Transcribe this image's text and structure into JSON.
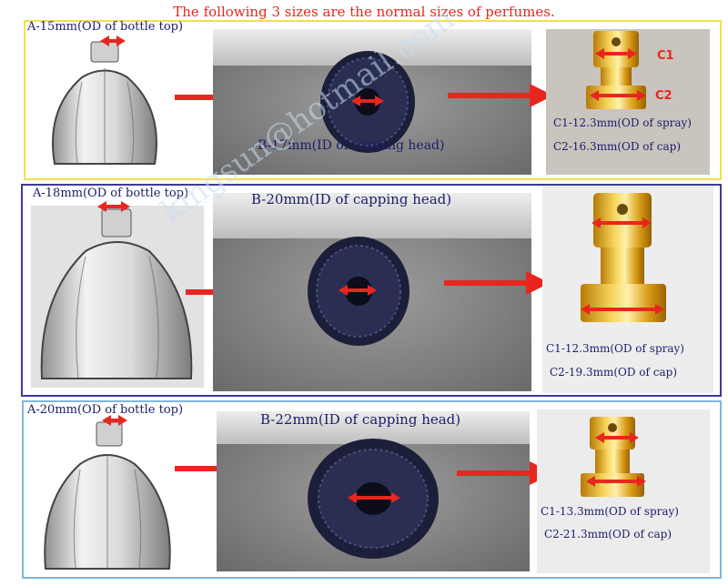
{
  "title": "The following 3 sizes are the normal sizes of perfumes.",
  "watermark": "kingsun@hotmail.com",
  "rows": [
    {
      "a_label": "A-15mm(OD of bottle top)",
      "b_label": "B-17mm(ID of capping head)",
      "c1_label": "C1-12.3mm(OD of spray)",
      "c2_label": "C2-16.3mm(OD of cap)",
      "c1_tag": "C1",
      "c2_tag": "C2"
    },
    {
      "a_label": "A-18mm(OD of bottle top)",
      "b_label": "B-20mm(ID of capping head)",
      "c1_label": "C1-12.3mm(OD of spray)",
      "c2_label": "C2-19.3mm(OD of cap)"
    },
    {
      "a_label": "A-20mm(OD of bottle top)",
      "b_label": "B-22mm(ID of capping head)",
      "c1_label": "C1-13.3mm(OD of spray)",
      "c2_label": "C2-21.3mm(OD of  cap)"
    }
  ],
  "colors": {
    "arrow": "#e8261f",
    "text": "#1b1d6a",
    "row1_border": "#f1e04b",
    "row2_border": "#3d3a9c",
    "row3_border": "#7fb7e0"
  }
}
